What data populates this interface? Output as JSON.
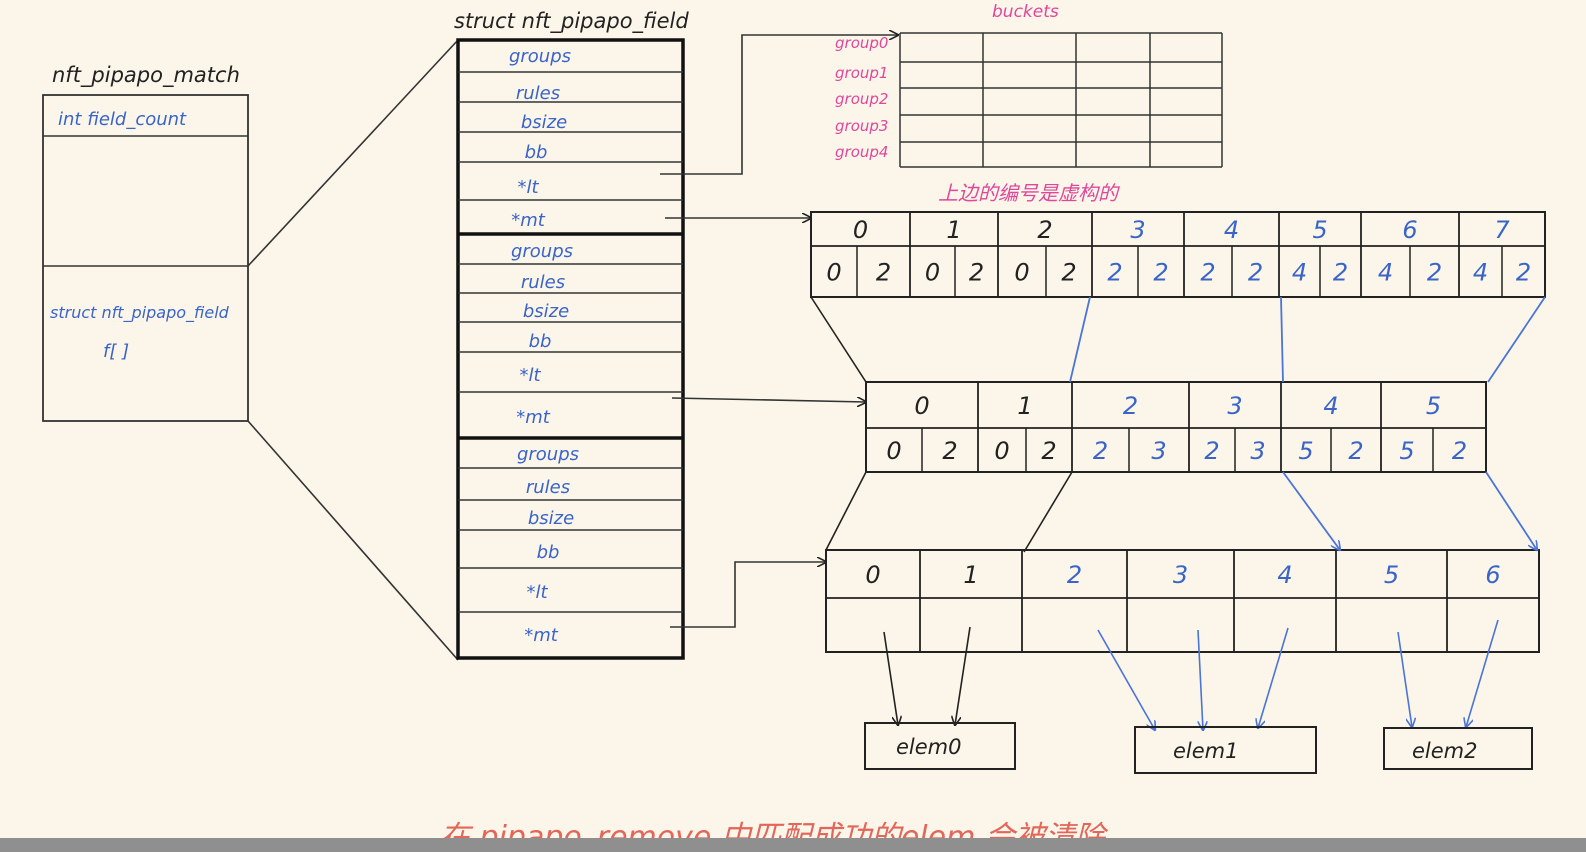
{
  "match_box": {
    "title": "nft_pipapo_match",
    "field_count": "int   field_count",
    "fields_decl": "struct nft_pipapo_field",
    "fields_arr": "f[ ]"
  },
  "field_struct": {
    "title": "struct  nft_pipapo_field",
    "members": [
      "groups",
      "rules",
      "bsize",
      "bb",
      "*lt",
      "*mt"
    ]
  },
  "buckets": {
    "title": "buckets",
    "rows": [
      "group0",
      "group1",
      "group2",
      "group3",
      "group4"
    ]
  },
  "note_top": "上边的编号是虚构的",
  "mt1": {
    "indices": [
      "0",
      "1",
      "2",
      "3",
      "4",
      "5",
      "6",
      "7"
    ],
    "values": [
      [
        "0",
        "2"
      ],
      [
        "0",
        "2"
      ],
      [
        "0",
        "2"
      ],
      [
        "2",
        "2"
      ],
      [
        "2",
        "2"
      ],
      [
        "4",
        "2"
      ],
      [
        "4",
        "2"
      ],
      [
        "4",
        "2"
      ]
    ]
  },
  "mt2": {
    "indices": [
      "0",
      "1",
      "2",
      "3",
      "4",
      "5"
    ],
    "values": [
      [
        "0",
        "2"
      ],
      [
        "0",
        "2"
      ],
      [
        "2",
        "3"
      ],
      [
        "2",
        "3"
      ],
      [
        "5",
        "2"
      ],
      [
        "5",
        "2"
      ]
    ]
  },
  "mt3": {
    "indices": [
      "0",
      "1",
      "2",
      "3",
      "4",
      "5",
      "6"
    ]
  },
  "elems": [
    "elem0",
    "elem1",
    "elem2"
  ],
  "caption": "在 pipapo_remove 中匹配成功的elem 会被清除"
}
